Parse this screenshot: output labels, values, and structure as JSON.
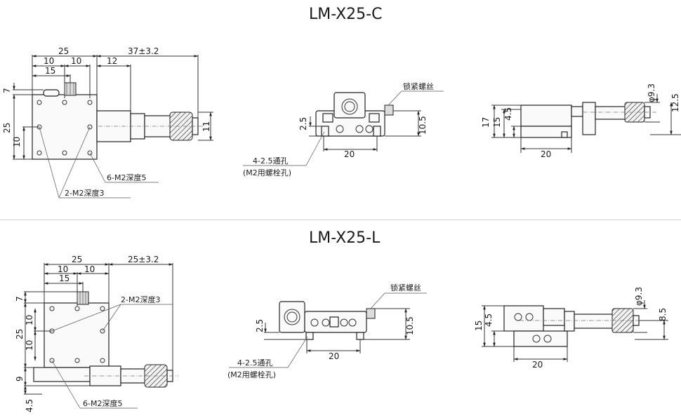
{
  "titles": {
    "top": "LM-X25-C",
    "bottom": "LM-X25-L"
  },
  "c_view": {
    "dims": {
      "w25": "25",
      "w10a": "10",
      "w10b": "10",
      "w15": "15",
      "w12": "12",
      "travel": "37±3.2",
      "h7": "7",
      "h25": "25",
      "h10": "10",
      "h11": "11"
    },
    "notes": {
      "m2_6": "6-M2深度5",
      "m2_2": "2-M2深度3"
    }
  },
  "c_front": {
    "dims": {
      "h25": "2.5",
      "h105": "10.5",
      "w20": "20"
    },
    "notes": {
      "lock": "锁紧螺丝",
      "hole1": "4-2.5通孔",
      "hole2": "(M2用螺栓孔)"
    }
  },
  "c_side": {
    "dims": {
      "h17": "17",
      "h15": "15",
      "h45": "4.5",
      "phi": "φ9.3",
      "h125": "12.5",
      "w20": "20"
    }
  },
  "l_view": {
    "dims": {
      "w25": "25",
      "w10a": "10",
      "w10b": "10",
      "w15": "15",
      "travel": "25±3.2",
      "h7": "7",
      "h25": "25",
      "h10a": "10",
      "h10b": "10",
      "h9": "9",
      "h45": "4.5"
    },
    "notes": {
      "m2_2": "2-M2深度3",
      "m2_6": "6-M2深度5"
    }
  },
  "l_front": {
    "dims": {
      "h25": "2.5",
      "h105": "10.5",
      "w20": "20"
    },
    "notes": {
      "lock": "锁紧螺丝",
      "hole1": "4-2.5通孔",
      "hole2": "(M2用螺栓孔)"
    }
  },
  "l_side": {
    "dims": {
      "h15": "15",
      "h45": "4.5",
      "phi": "φ9.3",
      "h85": "8.5",
      "w20": "20"
    }
  }
}
